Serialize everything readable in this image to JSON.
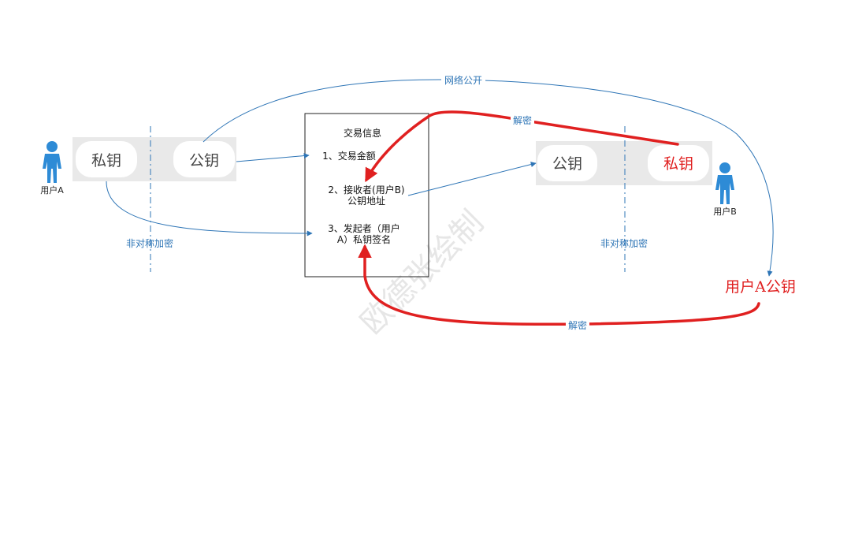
{
  "colors": {
    "flow_blue": "#2e75b6",
    "decrypt_red": "#e02020",
    "key_band": "#e9e9e9",
    "person": "#2e8bd6"
  },
  "icons": [
    "person-icon",
    "person-icon"
  ],
  "user_a": {
    "label": "用户A",
    "private_key": "私钥",
    "public_key": "公钥"
  },
  "user_b": {
    "label": "用户B",
    "public_key": "公钥",
    "private_key": "私钥"
  },
  "tx_box": {
    "title": "交易信息",
    "item1": "1、交易金额",
    "item2_line1": "2、接收者(用户B)",
    "item2_line2": "公钥地址",
    "item3_line1": "3、发起者（用户",
    "item3_line2": "A）私钥签名"
  },
  "labels": {
    "network_public": "网络公开",
    "asym_left": "非对称加密",
    "asym_right": "非对称加密",
    "decrypt_top": "解密",
    "decrypt_bottom": "解密",
    "user_a_pubkey": "用户A公钥"
  },
  "watermark": "欧德张绘制"
}
